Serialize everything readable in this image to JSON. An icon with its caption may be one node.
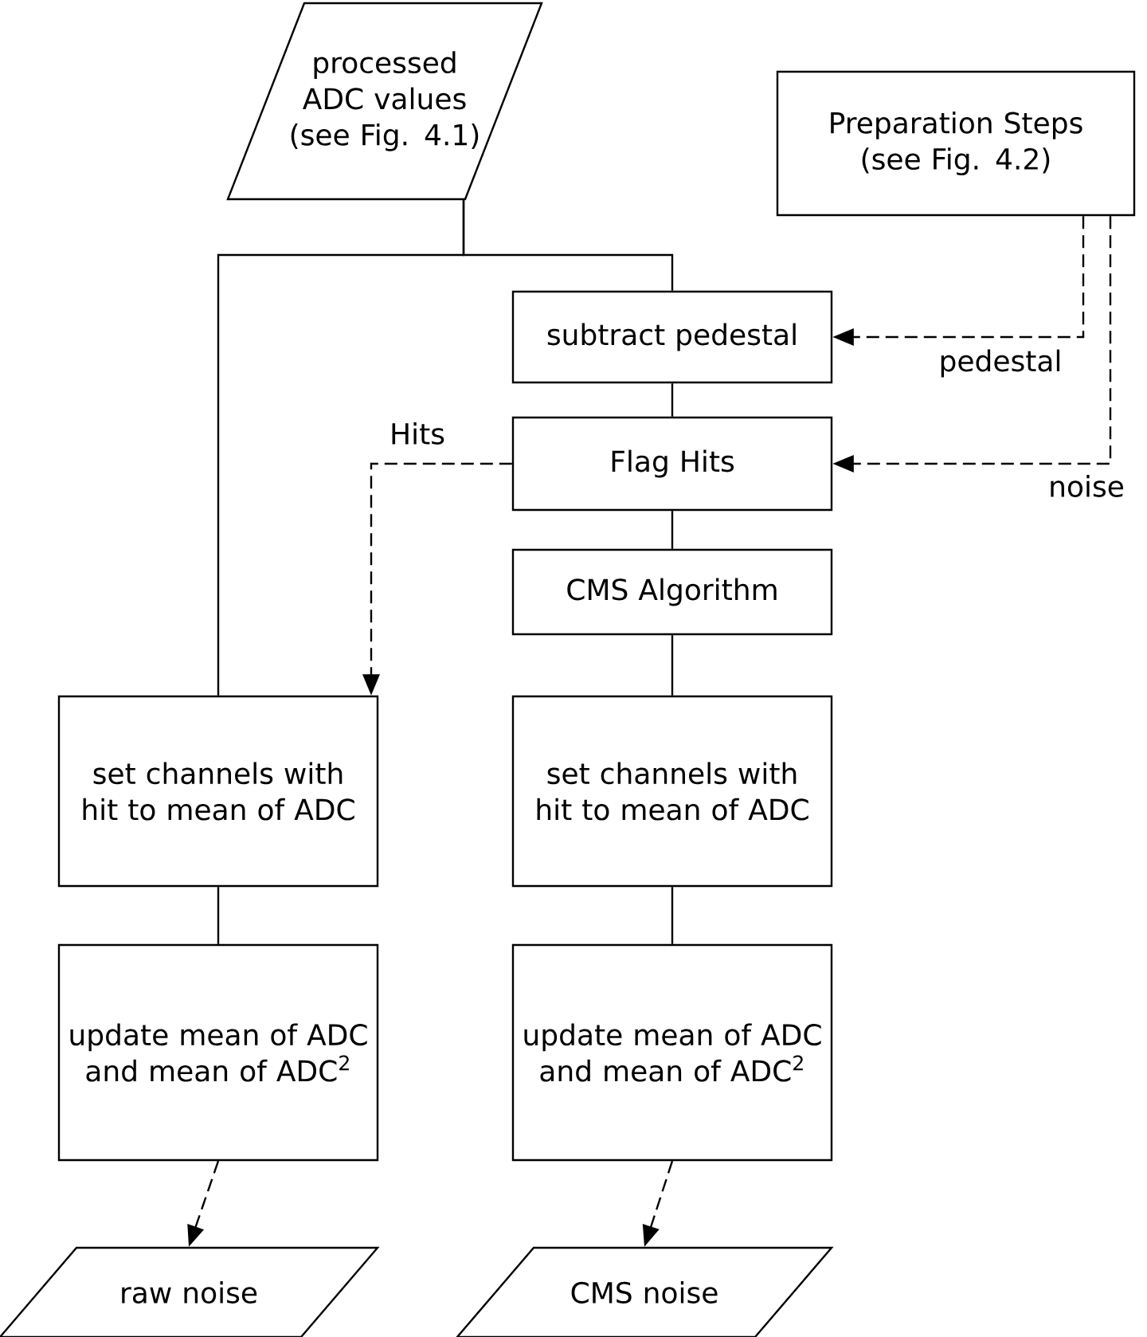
{
  "diagram": {
    "nodes": [
      {
        "text": [
          "processed ADC values (see Fig. 4.1)"
        ]
      },
      {
        "text": [
          "Preparation Steps (see Fig. 4.2)"
        ]
      },
      {
        "text": [
          "subtract pedestal"
        ]
      },
      {
        "text": [
          "Flag Hits"
        ]
      },
      {
        "text": [
          "CMS Algorithm"
        ]
      },
      {
        "text": [
          "set channels with hit to mean of ADC"
        ]
      },
      {
        "text": [
          "set channels with hit to mean of ADC"
        ]
      },
      {
        "text": [
          "update mean of ADC and mean of ADC$^{2}$"
        ]
      },
      {
        "text": [
          "update mean of ADC and mean of ADC$^{2}$"
        ]
      },
      {
        "text": [
          "raw noise"
        ]
      },
      {
        "text": [
          "CMS noise"
        ]
      }
    ],
    "edges": [
      {
        "from": 0,
        "to": 5,
        "arrow": "none"
      },
      {
        "from": 0,
        "to": 2,
        "arrow": "none"
      },
      {
        "from": 1,
        "to": 2,
        "arrow": "to",
        "label": "pedestal",
        "style": "dashed"
      },
      {
        "from": 1,
        "to": 3,
        "arrow": "to",
        "label": "noise",
        "style": "dashed"
      },
      {
        "from": 2,
        "to": 3,
        "arrow": "none"
      },
      {
        "from": 3,
        "to": 4,
        "arrow": "none"
      },
      {
        "from": 3,
        "to": 5,
        "arrow": "to",
        "label": "Hits",
        "style": "dashed"
      },
      {
        "from": 4,
        "to": 6,
        "arrow": "none"
      },
      {
        "from": 5,
        "to": 7,
        "arrow": "none"
      },
      {
        "from": 6,
        "to": 8,
        "arrow": "none"
      },
      {
        "from": 7,
        "to": 9,
        "arrow": "to",
        "style": "dashed"
      },
      {
        "from": 8,
        "to": 10,
        "arrow": "to",
        "style": "dashed"
      }
    ]
  }
}
